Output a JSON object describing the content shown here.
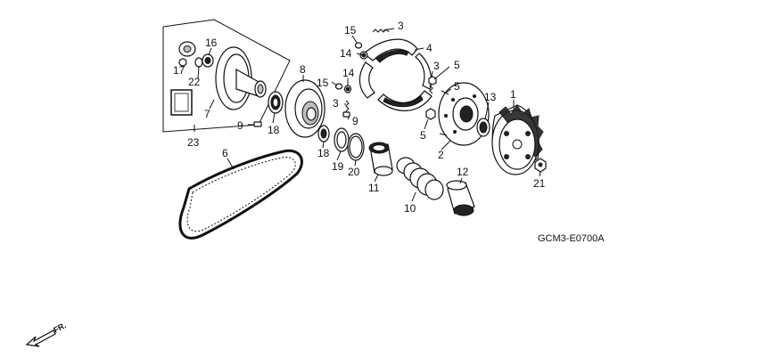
{
  "diagram": {
    "code": "GCM3-E0700A",
    "fr_label": "FR.",
    "callouts": [
      "1",
      "2",
      "3",
      "3",
      "3",
      "4",
      "5",
      "5",
      "5",
      "6",
      "7",
      "8",
      "9",
      "9",
      "10",
      "11",
      "12",
      "13",
      "14",
      "14",
      "15",
      "15",
      "16",
      "17",
      "18",
      "18",
      "19",
      "20",
      "21",
      "22",
      "23"
    ]
  }
}
